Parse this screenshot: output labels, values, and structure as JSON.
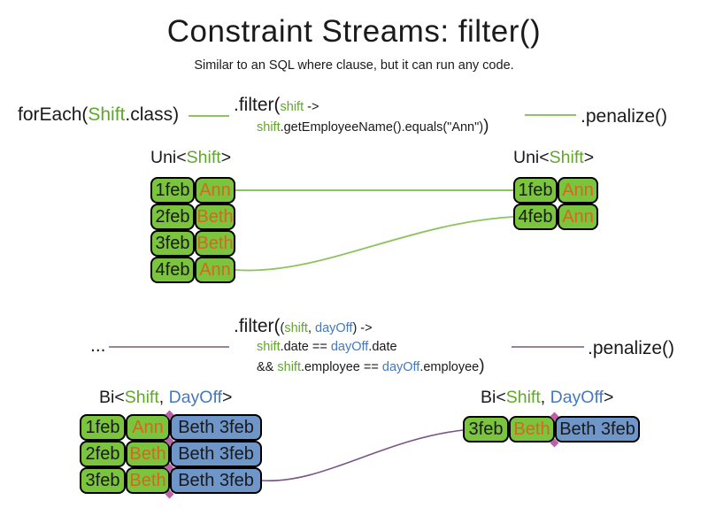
{
  "title": "Constraint Streams: filter()",
  "subtitle": "Similar to an SQL where clause, but it can run any code.",
  "colors": {
    "text_black": "#1a1a1a",
    "text_green": "#5FA82A",
    "text_blue": "#4678BE",
    "text_orange": "#D2691E",
    "cell_green": "#7AC43E",
    "cell_blue": "#6E96C8",
    "line_green": "#8FC360",
    "line_purple": "#785587",
    "diamond_pink": "#BC61A6"
  },
  "pipeline1": {
    "source_pre": "forEach(",
    "source_type": "Shift",
    "source_post": ".class)",
    "filter_head": ".filter(",
    "filter_param": "shift",
    "filter_arrow": " ->",
    "body_param": "shift",
    "body_rest": ".getEmployeeName().equals(\"Ann\")",
    "body_close": ")",
    "sink": ".penalize()"
  },
  "pipeline2": {
    "source": "...",
    "filter_head": ".filter(",
    "paren_open": "(",
    "param1": "shift",
    "param_sep": ", ",
    "param2": "dayOff",
    "arrow_close": ") ->",
    "line2": {
      "a": "shift",
      "b": ".date == ",
      "c": "dayOff",
      "d": ".date"
    },
    "line3": {
      "a": "&& ",
      "b": "shift",
      "c": ".employee == ",
      "d": "dayOff",
      "e": ".employee",
      "close": ")"
    },
    "sink": ".penalize()"
  },
  "labels": {
    "uni_pre": "Uni<",
    "uni_type": "Shift",
    "uni_post": ">",
    "bi_pre": "Bi<",
    "bi_type1": "Shift",
    "bi_sep": ", ",
    "bi_type2": "DayOff",
    "bi_post": ">"
  },
  "uni_left_rows": [
    {
      "date": "1feb",
      "employee": "Ann"
    },
    {
      "date": "2feb",
      "employee": "Beth"
    },
    {
      "date": "3feb",
      "employee": "Beth"
    },
    {
      "date": "4feb",
      "employee": "Ann"
    }
  ],
  "uni_right_rows": [
    {
      "date": "1feb",
      "employee": "Ann"
    },
    {
      "date": "4feb",
      "employee": "Ann"
    }
  ],
  "bi_left_rows": [
    {
      "date": "1feb",
      "employee": "Ann",
      "dayoff": "Beth 3feb"
    },
    {
      "date": "2feb",
      "employee": "Beth",
      "dayoff": "Beth 3feb"
    },
    {
      "date": "3feb",
      "employee": "Beth",
      "dayoff": "Beth 3feb"
    }
  ],
  "bi_right_rows": [
    {
      "date": "3feb",
      "employee": "Beth",
      "dayoff": "Beth 3feb"
    }
  ]
}
